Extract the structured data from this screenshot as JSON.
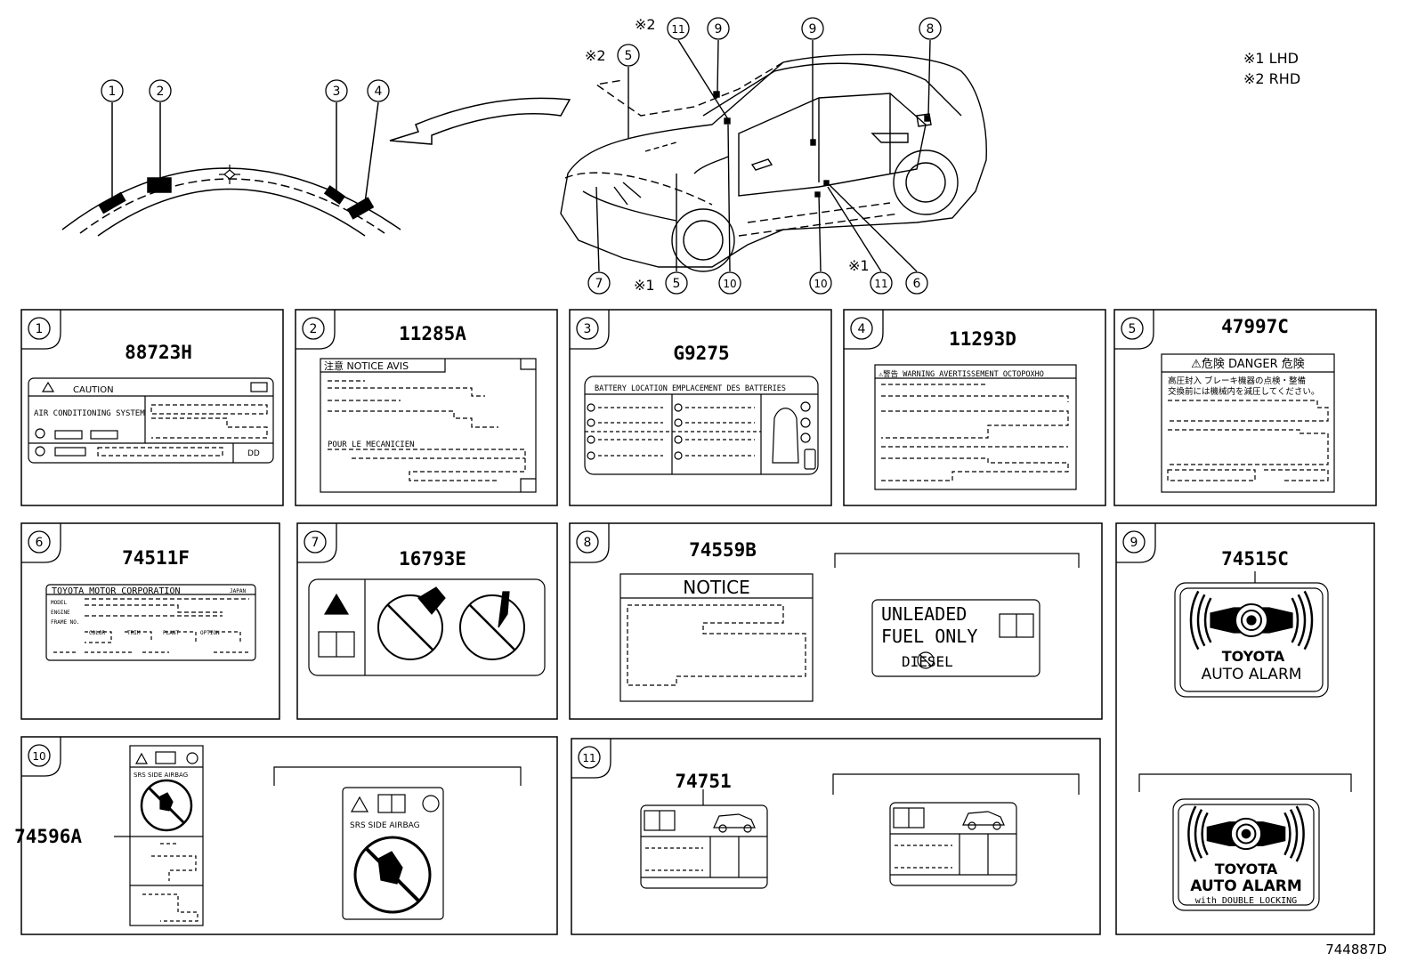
{
  "notes": {
    "lhd": "※1 LHD",
    "rhd": "※2 RHD"
  },
  "mark1": "※1",
  "mark2": "※2",
  "circle_numbers": [
    "1",
    "2",
    "3",
    "4",
    "5",
    "6",
    "7",
    "8",
    "9",
    "10",
    "11"
  ],
  "drawing_code": "744887D",
  "panels": [
    {
      "num": "1",
      "part": "88723H"
    },
    {
      "num": "2",
      "part": "11285A"
    },
    {
      "num": "3",
      "part": "G9275"
    },
    {
      "num": "4",
      "part": "11293D"
    },
    {
      "num": "5",
      "part": "47997C"
    },
    {
      "num": "6",
      "part": "74511F"
    },
    {
      "num": "7",
      "part": "16793E"
    },
    {
      "num": "8",
      "part": "74559B"
    },
    {
      "num": "9",
      "part": "74515C"
    },
    {
      "num": "10",
      "part": "74596A"
    },
    {
      "num": "11",
      "part": "74751"
    }
  ],
  "labels": {
    "caution": "CAUTION",
    "ac_system": "AIR CONDITIONING SYSTEM",
    "notice_avis": "注意  NOTICE   AVIS",
    "pour_le": "POUR LE MECANICIEN",
    "battery": "BATTERY LOCATION      EMPLACEMENT DES BATTERIES",
    "warning": "⚠警告 WARNING AVERTISSEMENT OCTOPOXHO",
    "danger": "⚠危険  DANGER  危険",
    "danger_jp1": "高圧封入  ブレーキ機器の点検・整備",
    "danger_jp2": "交換前には機械内を減圧してください。",
    "toyota_motor": "TOYOTA MOTOR CORPORATION",
    "japan": "JAPAN",
    "model": "MODEL",
    "engine": "ENGINE",
    "frame": "FRAME NO.",
    "color": "COLOR",
    "trim": "TRIM",
    "plant": "PLANT",
    "option": "OPTION",
    "notice": "NOTICE",
    "unleaded1": "UNLEADED",
    "unleaded2": "FUEL ONLY",
    "diesel": "DIESEL",
    "toyota": "TOYOTA",
    "auto_alarm": "AUTO ALARM",
    "double_locking": "with DOUBLE LOCKING",
    "srs": "SRS   SIDE   AIRBAG",
    "dd": "DD"
  }
}
